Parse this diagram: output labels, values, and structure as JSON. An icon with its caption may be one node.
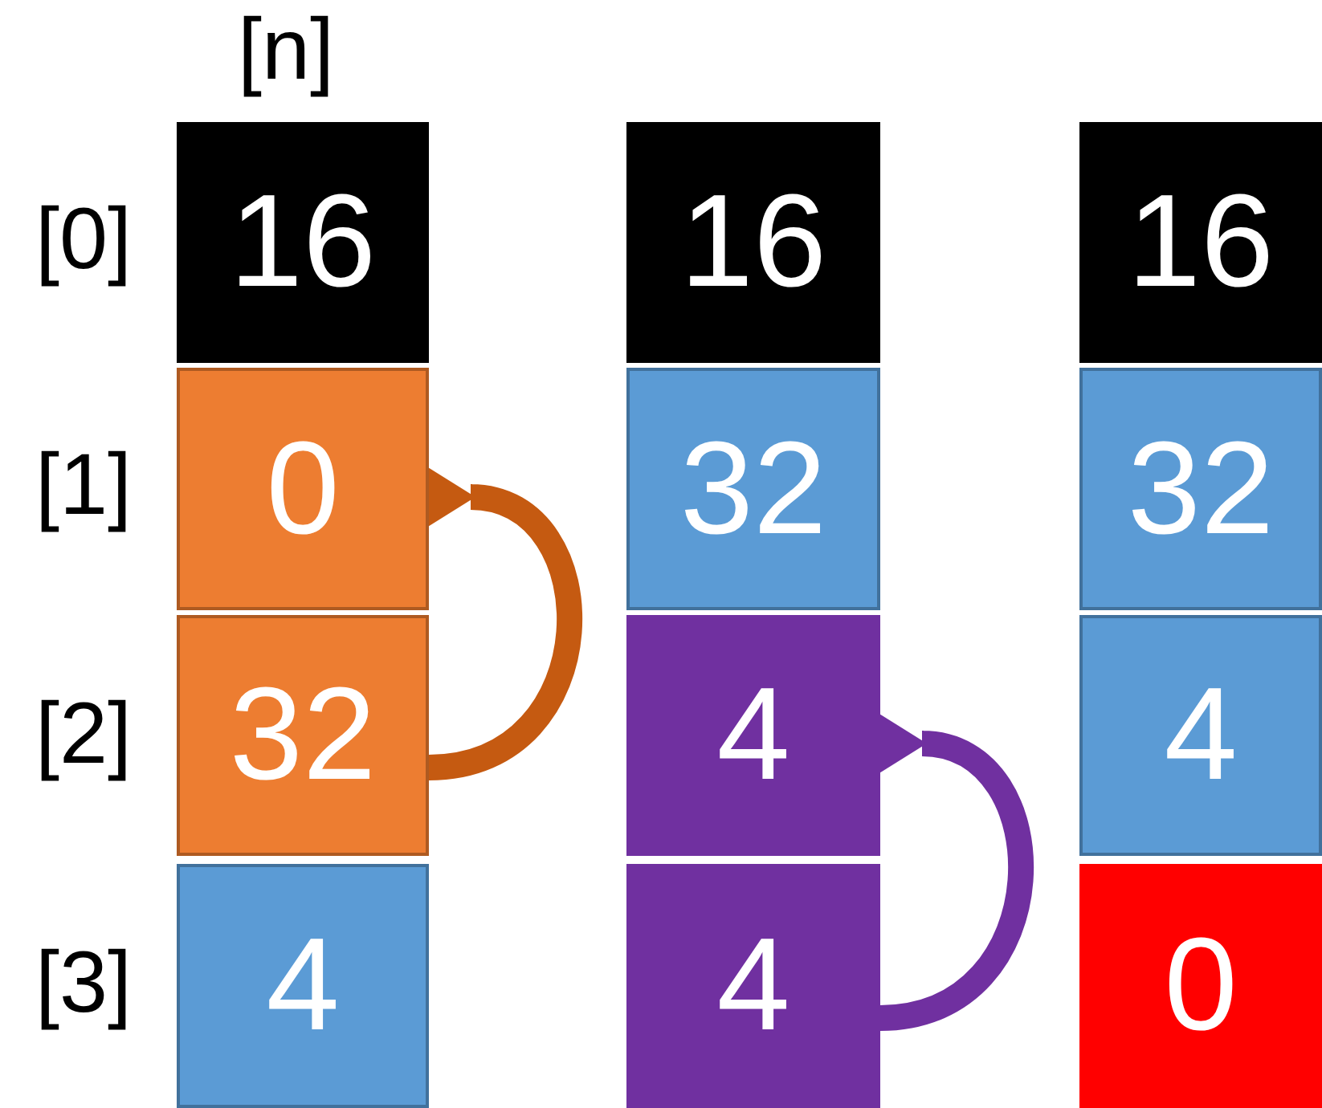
{
  "diagram": {
    "nodes": [
      {
        "text": [
          "16"
        ]
      },
      {
        "text": [
          "16"
        ]
      },
      {
        "text": [
          "16"
        ]
      },
      {
        "text": [
          "0"
        ]
      },
      {
        "text": [
          "32"
        ]
      },
      {
        "text": [
          "32"
        ]
      },
      {
        "text": [
          "32"
        ]
      },
      {
        "text": [
          "4"
        ]
      },
      {
        "text": [
          "4"
        ]
      },
      {
        "text": [
          "4"
        ]
      },
      {
        "text": [
          "4"
        ]
      },
      {
        "text": [
          "0"
        ]
      }
    ],
    "edges": [
      {
        "from": 6,
        "to": 3,
        "arrow": "to",
        "color": "#c55a11"
      },
      {
        "from": 10,
        "to": 7,
        "arrow": "to",
        "color": "#7030a0"
      }
    ],
    "labels": [
      "[n]",
      "[0]",
      "[1]",
      "[2]",
      "[3]"
    ]
  }
}
